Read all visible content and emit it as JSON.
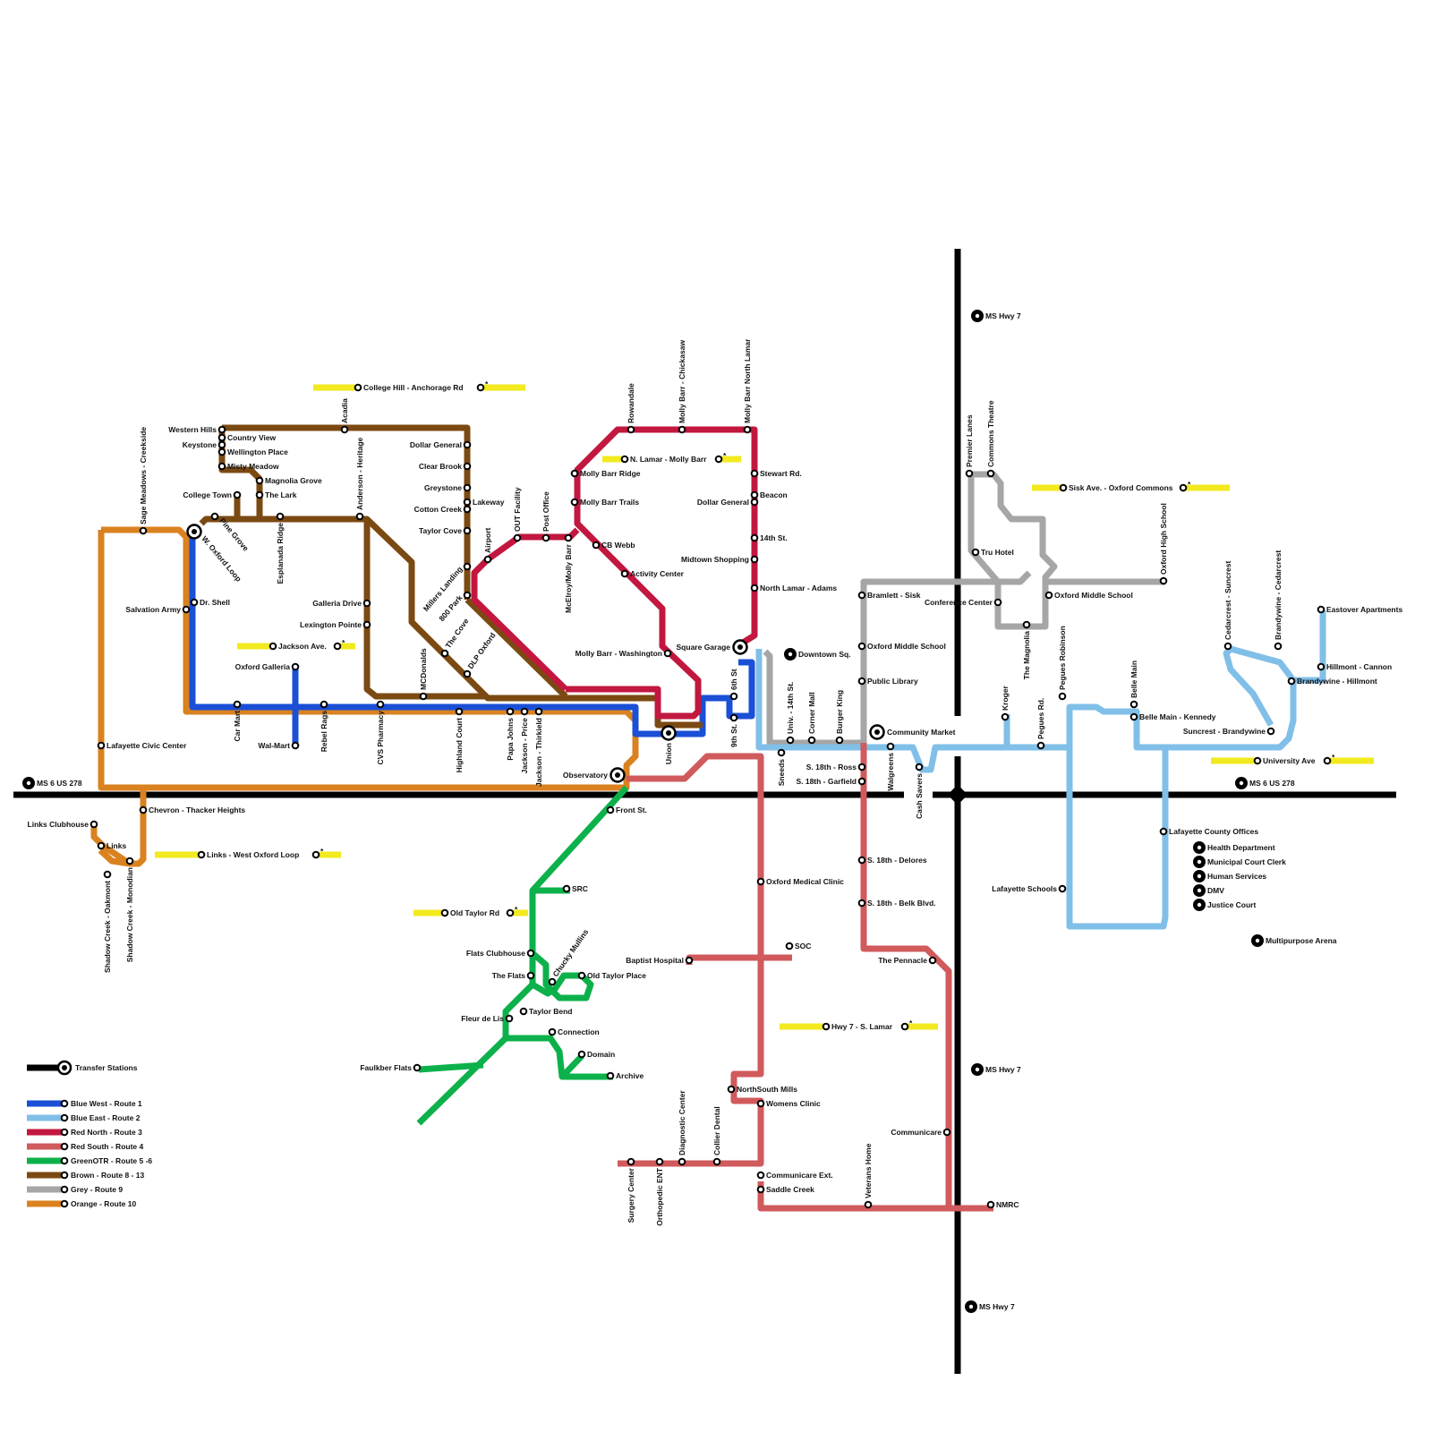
{
  "colors": {
    "blue_west": "#1a4fd6",
    "blue_east": "#80bfe8",
    "red_north": "#c2173f",
    "red_south": "#d05a5c",
    "green": "#0db14b",
    "brown": "#7b4a12",
    "grey": "#a6a6a6",
    "orange": "#d9821f",
    "highway": "#000000",
    "highlight": "#f2ea1f"
  },
  "legend": {
    "transfer": "Transfer Stations",
    "routes": [
      {
        "label": "Blue West - Route 1",
        "color": "#1a4fd6"
      },
      {
        "label": "Blue East - Route 2",
        "color": "#80bfe8"
      },
      {
        "label": "Red North - Route 3",
        "color": "#c2173f"
      },
      {
        "label": "Red South - Route 4",
        "color": "#d05a5c"
      },
      {
        "label": "GreenOTR - Route 5 -6",
        "color": "#0db14b"
      },
      {
        "label": "Brown - Route 8 - 13",
        "color": "#7b4a12"
      },
      {
        "label": "Grey - Route 9",
        "color": "#a6a6a6"
      },
      {
        "label": "Orange - Route 10",
        "color": "#d9821f"
      }
    ]
  },
  "transfer_stations": [
    "W. Oxford Loop",
    "Square Garage",
    "Union",
    "Observatory",
    "Community Market"
  ],
  "highway_labels": [
    "MS 6 US 278",
    "MS 6 US 278",
    "MS Hwy 7",
    "MS Hwy 7",
    "MS Hwy 7"
  ],
  "landmarks": [
    "Downtown Sq.",
    "Health Department",
    "Municipal Court Clerk",
    "Human Services",
    "DMV",
    "Justice Court",
    "Multipurpose Arena"
  ],
  "callouts": [
    "College Hill - Anchorage Rd",
    "N. Lamar - Molly Barr",
    "Sisk Ave. - Oxford Commons",
    "Jackson Ave.",
    "University Ave",
    "Links - West Oxford Loop",
    "Old Taylor Rd",
    "Hwy 7 - S. Lamar"
  ],
  "callout_mark": "*",
  "stations": {
    "brown": [
      "Western Hills",
      "Country View",
      "Keystone",
      "Wellington Place",
      "Misty Meadow",
      "Magnolia Grove",
      "College Town",
      "The Lark",
      "Pine Grove",
      "Esplanada Ridge",
      "Acadia",
      "Anderson - Heritage",
      "Dollar General",
      "Clear Brook",
      "Greystone",
      "Lakeway",
      "Cotton Creek",
      "Taylor Cove",
      "Millers Landing",
      "800 Park",
      "Galleria Drive",
      "Lexington Pointe",
      "The Cove",
      "DLP Oxford",
      "MCDonalds"
    ],
    "blue_west": [
      "Dr. Shell",
      "Oxford Galleria",
      "Wal-Mart",
      "Rebel Rags",
      "CVS Pharmacy",
      "9th St.",
      "6th St"
    ],
    "orange": [
      "Sage Meadows - Creekside",
      "Salvation Army",
      "Lafayette Civic Center",
      "Car Mart",
      "Highland Court",
      "Papa Johns",
      "Jackson - Price",
      "Jackson - Thirkield",
      "Chevron - Thacker Heights",
      "Links Clubhouse",
      "Links",
      "Shadow Creek - Oakmont",
      "Shadow Creek - Monodian"
    ],
    "red_north": [
      "Airport",
      "OUT Facility",
      "Post Office",
      "McElroy/Molly Barr",
      "CB Webb",
      "Activity Center",
      "Molly Barr Ridge",
      "Molly Barr Trails",
      "Rowandale",
      "Molly Barr - Chickasaw",
      "Molly Barr  North Lamar",
      "Stewart Rd.",
      "Beacon",
      "Dollar General",
      "14th St.",
      "Midtown Shopping",
      "North Lamar - Adams",
      "Molly Barr - Washington"
    ],
    "grey": [
      "Univ. - 14th St.",
      "Corner Mall",
      "Burger King",
      "Bramlett - Sisk",
      "Oxford Middle School",
      "Public Library",
      "Premier Lanes",
      "Commons Theatre",
      "Tru Hotel",
      "Conference Center",
      "The Magnolia",
      "Oxford Middle School",
      "Oxford High School"
    ],
    "red_south": [
      "Sneeds",
      "S. 18th - Ross",
      "S. 18th - Garfield",
      "S. 18th - Delores",
      "S. 18th - Belk Blvd.",
      "Oxford Medical Clinic",
      "SOC",
      "Baptist Hospital",
      "The Pennacle",
      "NorthSouth Mills",
      "Womens Clinic",
      "Communicare",
      "Communicare Ext.",
      "Saddle Creek",
      "Surgery Center",
      "Orthopedic ENT",
      "Diagnostic Center",
      "Collier Dental",
      "Veterans Home",
      "NMRC"
    ],
    "blue_east": [
      "Walgreens",
      "Cash Savers",
      "Kroger",
      "Pegues Rd.",
      "Pegues  Robinson",
      "Belle Main",
      "Belle Main - Kennedy",
      "Cedarcrest - Suncrest",
      "Brandywine - Cedarcrest",
      "Eastover Apartments",
      "Hillmont -  Cannon",
      "Brandywine -  Hillmont",
      "Suncrest - Brandywine",
      "Lafayette County Offices",
      "Lafayette Schools"
    ],
    "green": [
      "Front St.",
      "SRC",
      "Flats Clubhouse",
      "The Flats",
      "Chucky Mullins",
      "Old Taylor Place",
      "Taylor Bend",
      "Fleur de Lis",
      "Connection",
      "Domain",
      "Archive",
      "Faulkber Flats"
    ]
  }
}
